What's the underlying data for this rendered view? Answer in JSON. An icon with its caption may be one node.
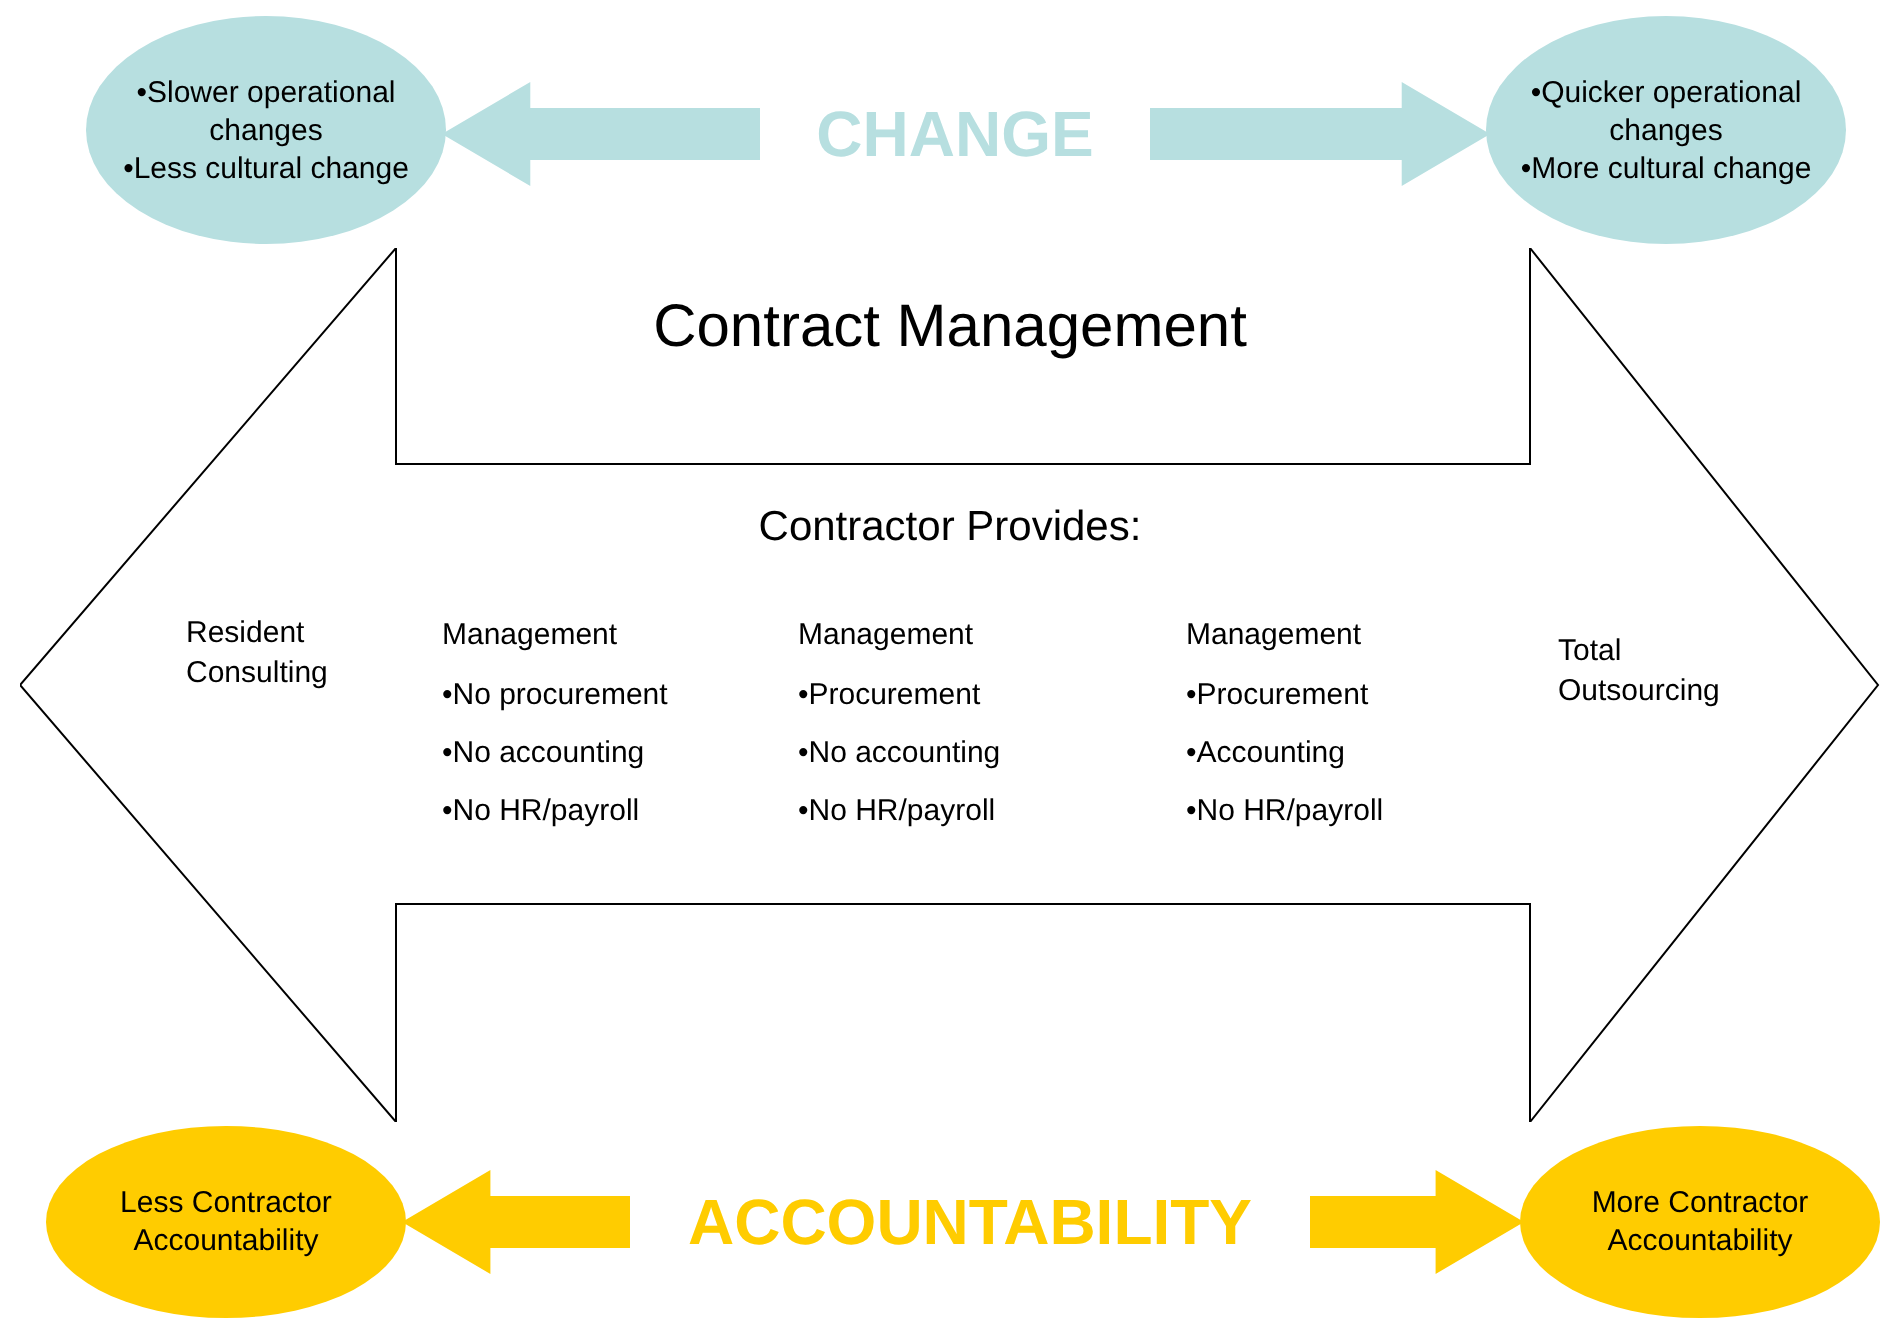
{
  "diagram": {
    "nodes": [
      {
        "text": [
          "•Slower operational changes",
          "•Less cultural change"
        ]
      },
      {
        "text": [
          "CHANGE"
        ]
      },
      {
        "text": [
          "•Quicker operational changes",
          "•More cultural change"
        ]
      },
      {
        "text": [
          "Contract Management",
          "Contractor Provides:",
          "Resident Consulting",
          "Management",
          "•No procurement",
          "•No accounting",
          "•No HR/payroll",
          "Management",
          "•Procurement",
          "•No accounting",
          "•No HR/payroll",
          "Management",
          "•Procurement",
          "•Accounting",
          "•No HR/payroll",
          "Total Outsourcing"
        ]
      },
      {
        "text": [
          "Less Contractor Accountability"
        ]
      },
      {
        "text": [
          "ACCOUNTABILITY"
        ]
      },
      {
        "text": [
          "More Contractor Accountability"
        ]
      }
    ],
    "edges": [
      {
        "from": 1,
        "to": 0,
        "arrow": "to",
        "color": "#b7dfe0"
      },
      {
        "from": 1,
        "to": 2,
        "arrow": "to",
        "color": "#b7dfe0"
      },
      {
        "from": 5,
        "to": 4,
        "arrow": "to",
        "color": "#ffcc00"
      },
      {
        "from": 5,
        "to": 6,
        "arrow": "to",
        "color": "#ffcc00"
      }
    ]
  }
}
